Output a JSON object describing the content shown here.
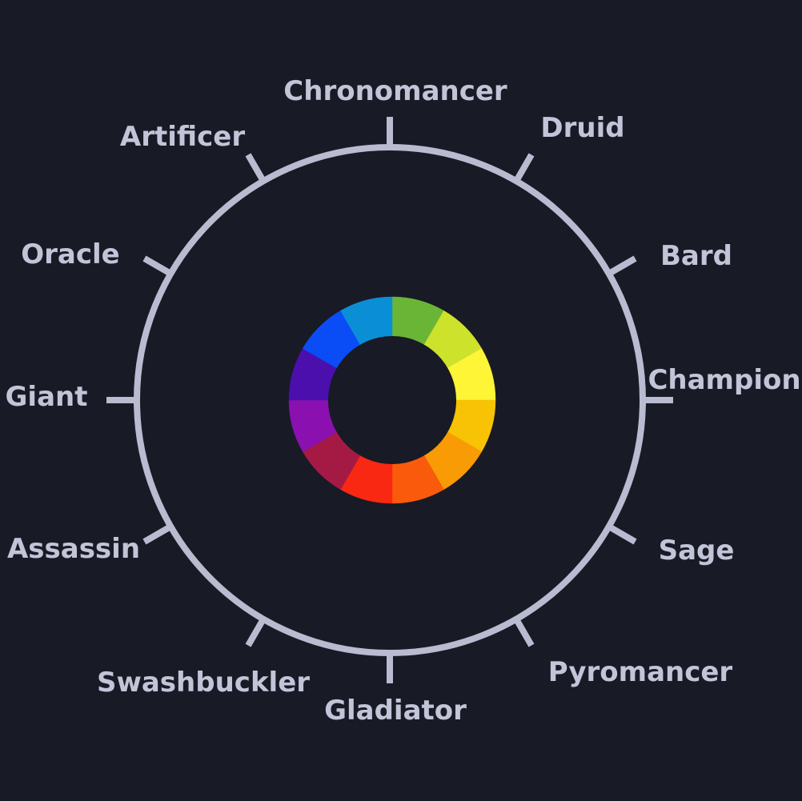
{
  "classes": [
    {
      "label": "Chronomancer",
      "color": "#6ab536"
    },
    {
      "label": "Druid",
      "color": "#cde22a"
    },
    {
      "label": "Bard",
      "color": "#fdf535"
    },
    {
      "label": "Champion",
      "color": "#f7c304"
    },
    {
      "label": "Sage",
      "color": "#f89b04"
    },
    {
      "label": "Pyromancer",
      "color": "#fa5a0c"
    },
    {
      "label": "Gladiator",
      "color": "#f82812"
    },
    {
      "label": "Swashbuckler",
      "color": "#a51a45"
    },
    {
      "label": "Assassin",
      "color": "#8a10b0"
    },
    {
      "label": "Giant",
      "color": "#4b0fae"
    },
    {
      "label": "Oracle",
      "color": "#0a4df6"
    },
    {
      "label": "Artificer",
      "color": "#0a8fd6"
    }
  ],
  "colors": {
    "background": "#181a25",
    "ring": "#b9bbd0",
    "text": "#c2c4d8"
  }
}
